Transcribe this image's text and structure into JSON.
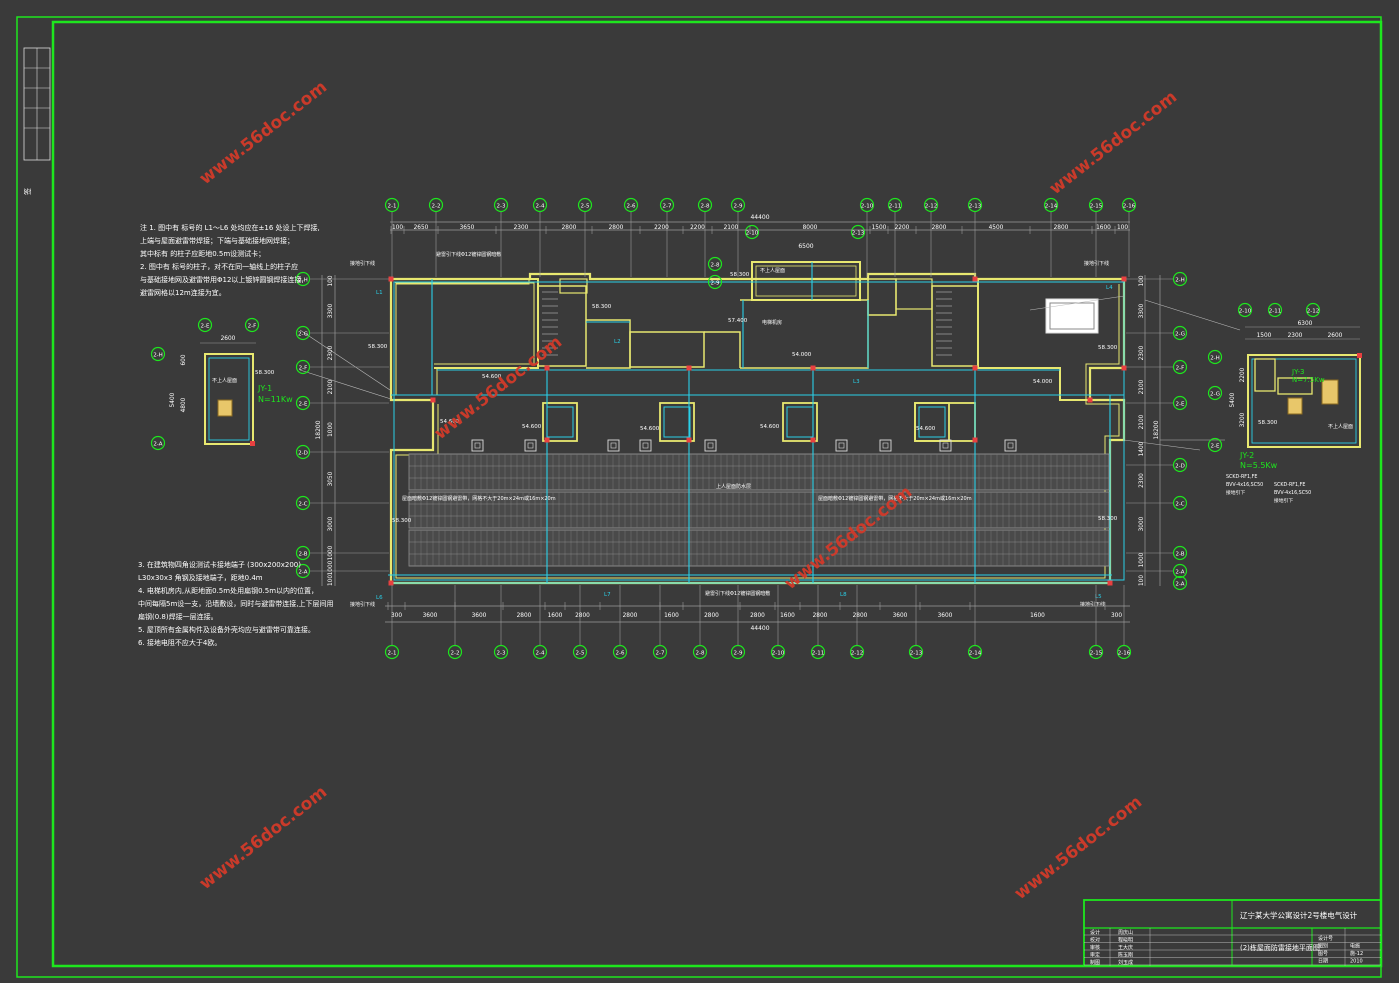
{
  "colors": {
    "background": "#3a3a3a",
    "frame": "#1ee61e",
    "wall": "#e8e870",
    "grid_line": "#9a9a9a",
    "conductor": "#2ad0e8",
    "marker": "#e84040",
    "text": "#ffffff",
    "dim_text": "#ffffff",
    "note_text": "#ffffff",
    "watermark": "#d23a2a",
    "roof_fill": "#555555",
    "dark_fill": "#2c2c2c"
  },
  "watermark": "www.56doc.com",
  "axes_top": [
    "2-1",
    "2-2",
    "2-3",
    "2-4",
    "2-5",
    "2-6",
    "2-7",
    "2-8",
    "2-9",
    "2-10",
    "2-11",
    "2-12",
    "2-13",
    "2-14",
    "2-15",
    "2-16"
  ],
  "axes_bottom": [
    "2-1",
    "2-2",
    "2-3",
    "2-4",
    "2-5",
    "2-6",
    "2-7",
    "2-8",
    "2-9",
    "2-10",
    "2-11",
    "2-12",
    "2-13",
    "2-14",
    "2-15",
    "2-16"
  ],
  "axes_left": [
    "2-H",
    "2-G",
    "2-F",
    "2-E",
    "2-D",
    "2-C",
    "2-B",
    "2-A"
  ],
  "axes_right": [
    "2-H",
    "2-G",
    "2-F",
    "2-E",
    "2-D",
    "2-C",
    "2-B",
    "2-A"
  ],
  "dims_top": [
    "100",
    "2650",
    "3650",
    "2300",
    "2800",
    "2800",
    "2200",
    "2200",
    "2100",
    "8000",
    "1500",
    "2200",
    "2800",
    "4500",
    "2800",
    "1600",
    "100"
  ],
  "dims_top_total": "44400",
  "dims_top_sub": "6500",
  "dims_bottom": [
    "300",
    "3600",
    "3600",
    "2800",
    "1600",
    "2800",
    "2800",
    "1600",
    "2800",
    "2800",
    "1600",
    "2800",
    "2800",
    "3600",
    "3600",
    "1600",
    "300"
  ],
  "dims_bottom_total": "44400",
  "dims_left": [
    "100",
    "3300",
    "2300",
    "2100",
    "1000",
    "3050",
    "3000",
    "1000",
    "1000",
    "100"
  ],
  "dims_left_total": "18200",
  "dims_right": [
    "100",
    "3300",
    "2300",
    "2100",
    "2100",
    "1400",
    "2300",
    "3000",
    "1000",
    "100"
  ],
  "dims_right_total": "18200",
  "elevations": [
    "58.300",
    "54.600",
    "54.600",
    "54.600",
    "54.600",
    "54.600",
    "54.600",
    "54.000",
    "54.000",
    "57.400",
    "58.300",
    "58.300",
    "58.300",
    "58.300",
    "58.300"
  ],
  "labels": {
    "down_conductor_note": "接地引下线",
    "roof_room": "不上人屋面",
    "elevator_room": "电梯机房",
    "up_roof": "上人屋面防水层",
    "net_note_1": "屋面暗敷Φ12镀锌圆钢避雷带，网格不大于20m×24m或16m×20m",
    "net_note_2": "屋面暗敷Φ12镀锌圆钢避雷带，网格不大于20m×24m或16m×20m",
    "rod_note": "避雷引下线Φ12镀锌圆钢暗敷",
    "tree_tag_L1": "L1",
    "tree_tag_L2": "L2",
    "tree_tag_L3": "L3",
    "tree_tag_L4": "L4",
    "tree_tag_L5": "L5",
    "tree_tag_L6": "L6",
    "tree_tag_L7": "L7",
    "tree_tag_L8": "L8"
  },
  "inset_left": {
    "axes_top": [
      "2-E",
      "2-F"
    ],
    "axes_left": [
      "2-H",
      "2-A"
    ],
    "dim_top": "2600",
    "dims_left": [
      "5400",
      "4800",
      "600"
    ],
    "elev": "58.300",
    "room": "不上人屋面",
    "tag": "JY-1",
    "power": "N=11Kw"
  },
  "inset_right": {
    "axes_top": [
      "2-10",
      "2-11",
      "2-12"
    ],
    "axes_left": [
      "2-H",
      "2-G",
      "2-E"
    ],
    "dims_top": [
      "1500",
      "2300",
      "2600"
    ],
    "dim_top_total": "6300",
    "dims_left": [
      "5400",
      "2200",
      "3200"
    ],
    "elev": "58.300",
    "room": "不上人屋面",
    "tag_3": "JY-3",
    "power_3": "N=7.5Kw",
    "tag_2": "JY-2",
    "power_2": "N=5.5Kw",
    "note_lines": [
      "SCKD-RF1,FE",
      "BVV-4x16,SC50",
      "接地引下"
    ]
  },
  "notes_top": [
    "注 1. 图中有  标号的 L1～L6 处均应在±16 处设上下焊接,",
    "      上端与屋面避雷带焊接；下端与基础接地网焊接；",
    "      其中标有  的柱子应距地0.5m设测试卡；",
    "   2. 图中有  标号的柱子，对不在同一轴线上的柱子应",
    "      与基础接地网及避雷带用Φ12以上镀锌圆钢焊接连接,",
    "      避雷网格以12m连接为宜。"
  ],
  "notes_bottom": [
    "3.   在建筑物四角设测试卡接地端子 (300x200x200)",
    "     L30x30x3 角钢及接地端子，距地0.4m",
    "4. 电梯机房内,从距地面0.5m处用扁钢0.5m以内的位置，",
    "   中间每隔5m设一支，沿墙敷设，同时与避雷带连接,上下层间用",
    "   扁钢(0.8)焊接一层连接。",
    "5. 屋顶所有金属构件及设备外壳均应与避雷带可靠连接。",
    "6. 接地电阻不应大于4欧。"
  ],
  "title_block": {
    "project": "辽宁某大学公寓设计2号楼电气设计",
    "drawing": "(2)栋屋面防雷接地平面图",
    "rows": [
      "设计",
      "校对",
      "审核",
      "审定",
      "制图"
    ],
    "row_values": [
      "周庆山",
      "程晓明",
      "王大庆",
      "陈玉刚",
      "刘玉成"
    ],
    "right_labels": [
      "设计号",
      "图别",
      "图号",
      "日期"
    ],
    "right_values": [
      "",
      "电施",
      "施-12",
      "2010"
    ]
  },
  "margin_stamp": [
    "签",
    "名",
    "栏"
  ]
}
